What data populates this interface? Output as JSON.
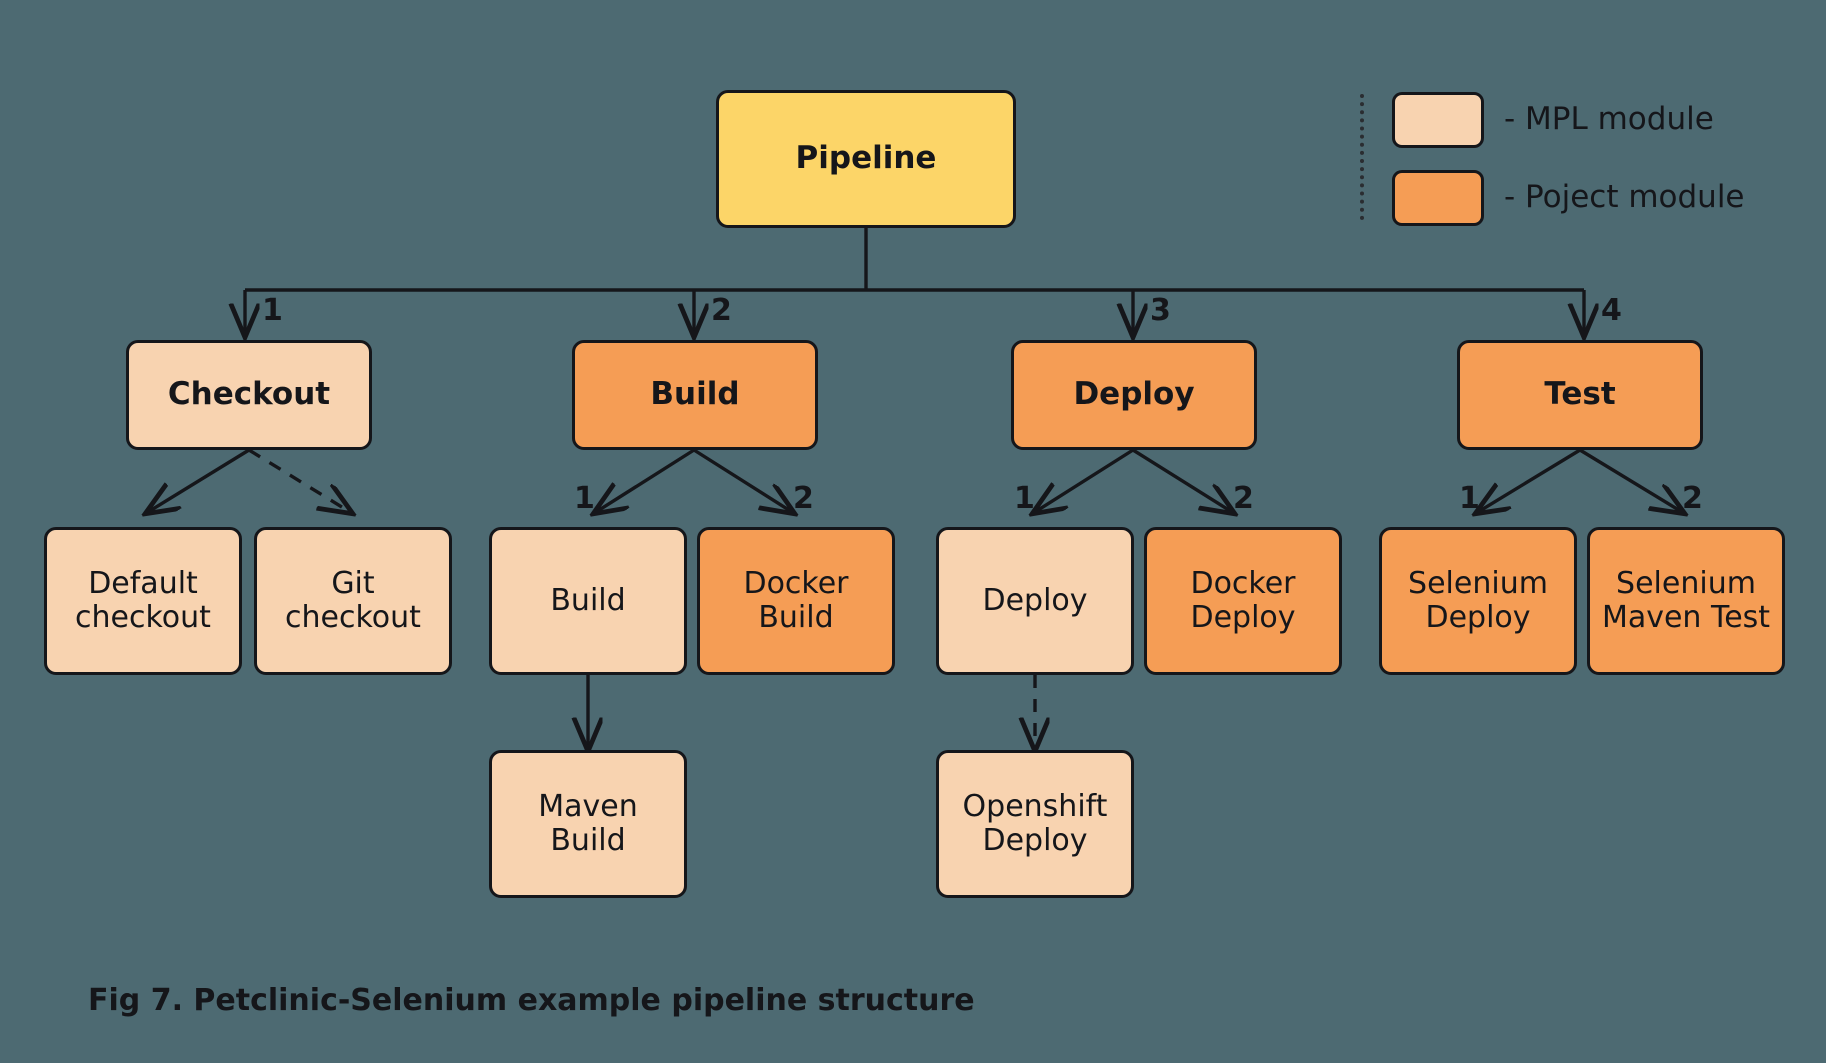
{
  "figure": {
    "caption": "Fig 7. Petclinic-Selenium example pipeline structure",
    "background_color": "#4D6A72"
  },
  "legend": {
    "items": [
      {
        "label": "- MPL module",
        "swatch_color": "#F8D3B0",
        "kind": "mpl"
      },
      {
        "label": "- Poject module",
        "swatch_color": "#F59D55",
        "kind": "project"
      }
    ]
  },
  "diagram": {
    "type": "tree",
    "root": {
      "label": "Pipeline",
      "kind": "root",
      "color": "#FCD568"
    },
    "stages": [
      {
        "label": "Checkout",
        "kind": "mpl",
        "index": "1"
      },
      {
        "label": "Build",
        "kind": "project",
        "index": "2"
      },
      {
        "label": "Deploy",
        "kind": "project",
        "index": "3"
      },
      {
        "label": "Test",
        "kind": "project",
        "index": "4"
      }
    ],
    "children": {
      "checkout": [
        {
          "label": "Default\ncheckout",
          "kind": "mpl",
          "index": "",
          "edge": "solid"
        },
        {
          "label": "Git\ncheckout",
          "kind": "mpl",
          "index": "",
          "edge": "dashed"
        }
      ],
      "build": [
        {
          "label": "Build",
          "kind": "mpl",
          "index": "1",
          "edge": "solid"
        },
        {
          "label": "Docker\nBuild",
          "kind": "project",
          "index": "2",
          "edge": "solid"
        }
      ],
      "deploy": [
        {
          "label": "Deploy",
          "kind": "mpl",
          "index": "1",
          "edge": "solid"
        },
        {
          "label": "Docker\nDeploy",
          "kind": "project",
          "index": "2",
          "edge": "solid"
        }
      ],
      "test": [
        {
          "label": "Selenium\nDeploy",
          "kind": "project",
          "index": "1",
          "edge": "solid"
        },
        {
          "label": "Selenium\nMaven Test",
          "kind": "project",
          "index": "2",
          "edge": "solid"
        }
      ]
    },
    "grandchildren": {
      "maven_build": {
        "label": "Maven\nBuild",
        "kind": "mpl",
        "edge": "solid"
      },
      "openshift_deploy": {
        "label": "Openshift\nDeploy",
        "kind": "mpl",
        "edge": "dashed"
      }
    }
  },
  "colors": {
    "mpl": "#F8D3B0",
    "project": "#F59D55",
    "root": "#FCD568",
    "stroke": "#15161a",
    "background": "#4D6A72"
  }
}
